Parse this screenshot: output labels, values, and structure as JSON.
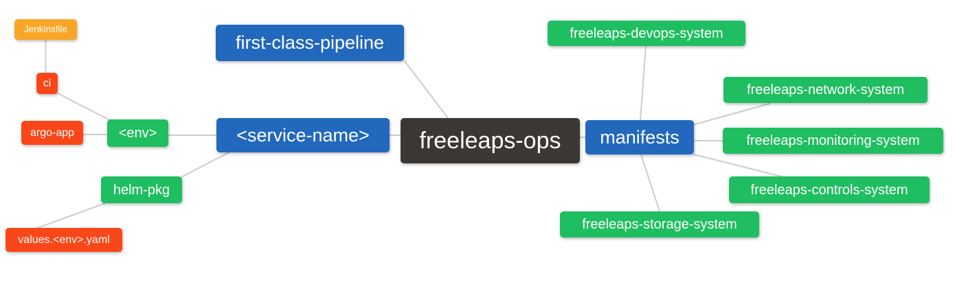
{
  "diagram": {
    "type": "mindmap",
    "root": "freeleaps-ops"
  },
  "palette": {
    "root_bg": "#3B3735",
    "level1_bg": "#2268BD",
    "level2_bg": "#1FBE60",
    "level3_bg": "#FA4719",
    "level4_bg": "#F9A626",
    "node_text": "#FFFFFF",
    "edge_line": "#CCCCCC",
    "background": "#FFFFFF"
  },
  "nodes": {
    "freeleaps_ops": {
      "label": "freeleaps-ops",
      "level": 0
    },
    "first_class_pipeline": {
      "label": "first-class-pipeline",
      "level": 1
    },
    "service_name": {
      "label": "<service-name>",
      "level": 1
    },
    "manifests": {
      "label": "manifests",
      "level": 1
    },
    "env": {
      "label": "<env>",
      "level": 2
    },
    "helm_pkg": {
      "label": "helm-pkg",
      "level": 2
    },
    "ci": {
      "label": "ci",
      "level": 3
    },
    "argo_app": {
      "label": "argo-app",
      "level": 3
    },
    "values_env_yaml": {
      "label": "values.<env>.yaml",
      "level": 3
    },
    "jenkinsfile": {
      "label": "Jenkinsfile",
      "level": 4
    },
    "devops_system": {
      "label": "freeleaps-devops-system",
      "level": 2
    },
    "network_system": {
      "label": "freeleaps-network-system",
      "level": 2
    },
    "monitoring_system": {
      "label": "freeleaps-monitoring-system",
      "level": 2
    },
    "controls_system": {
      "label": "freeleaps-controls-system",
      "level": 2
    },
    "storage_system": {
      "label": "freeleaps-storage-system",
      "level": 2
    }
  },
  "edges": [
    {
      "from": "freeleaps_ops",
      "to": "first_class_pipeline"
    },
    {
      "from": "freeleaps_ops",
      "to": "service_name"
    },
    {
      "from": "freeleaps_ops",
      "to": "manifests"
    },
    {
      "from": "service_name",
      "to": "env"
    },
    {
      "from": "service_name",
      "to": "helm_pkg"
    },
    {
      "from": "env",
      "to": "ci"
    },
    {
      "from": "env",
      "to": "argo_app"
    },
    {
      "from": "ci",
      "to": "jenkinsfile"
    },
    {
      "from": "helm_pkg",
      "to": "values_env_yaml"
    },
    {
      "from": "manifests",
      "to": "devops_system"
    },
    {
      "from": "manifests",
      "to": "network_system"
    },
    {
      "from": "manifests",
      "to": "monitoring_system"
    },
    {
      "from": "manifests",
      "to": "controls_system"
    },
    {
      "from": "manifests",
      "to": "storage_system"
    }
  ]
}
